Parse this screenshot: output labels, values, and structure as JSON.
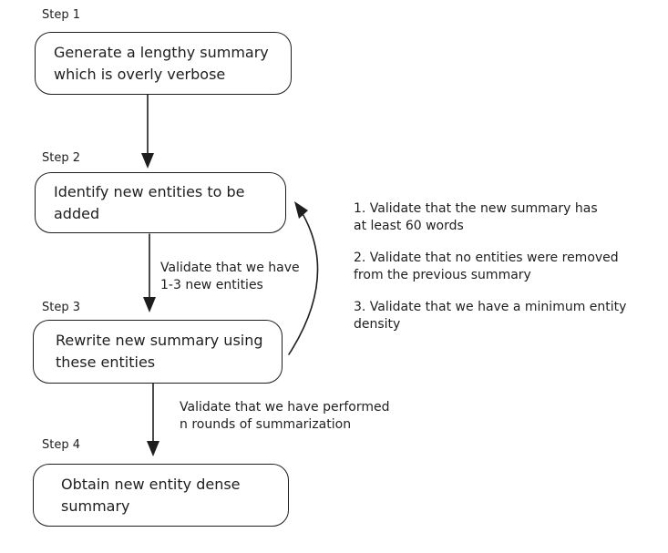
{
  "diagram": {
    "type": "flowchart",
    "colors": {
      "stroke": "#1e1e1e",
      "background": "#ffffff"
    },
    "steps": [
      {
        "label": "Step 1",
        "text": "Generate a lengthy summary\nwhich is overly verbose"
      },
      {
        "label": "Step 2",
        "text": "Identify new entities to be\nadded"
      },
      {
        "label": "Step 3",
        "text": "Rewrite new summary using\nthese entities"
      },
      {
        "label": "Step 4",
        "text": "Obtain new entity dense\nsummary"
      }
    ],
    "arrows": [
      {
        "from": "Step 1",
        "to": "Step 2",
        "style": "straight-down",
        "label": ""
      },
      {
        "from": "Step 2",
        "to": "Step 3",
        "style": "straight-down",
        "label": "Validate that we have\n1-3 new entities"
      },
      {
        "from": "Step 3",
        "to": "Step 4",
        "style": "straight-down",
        "label": "Validate that we have performed\nn rounds of summarization"
      },
      {
        "from": "Step 3",
        "to": "Step 2",
        "style": "curved-feedback",
        "label": ""
      }
    ],
    "validation_notes": [
      "1. Validate that the new summary has\nat least 60 words",
      "2. Validate that no entities were removed\nfrom the previous summary",
      "3. Validate that we have a minimum entity\ndensity"
    ]
  }
}
